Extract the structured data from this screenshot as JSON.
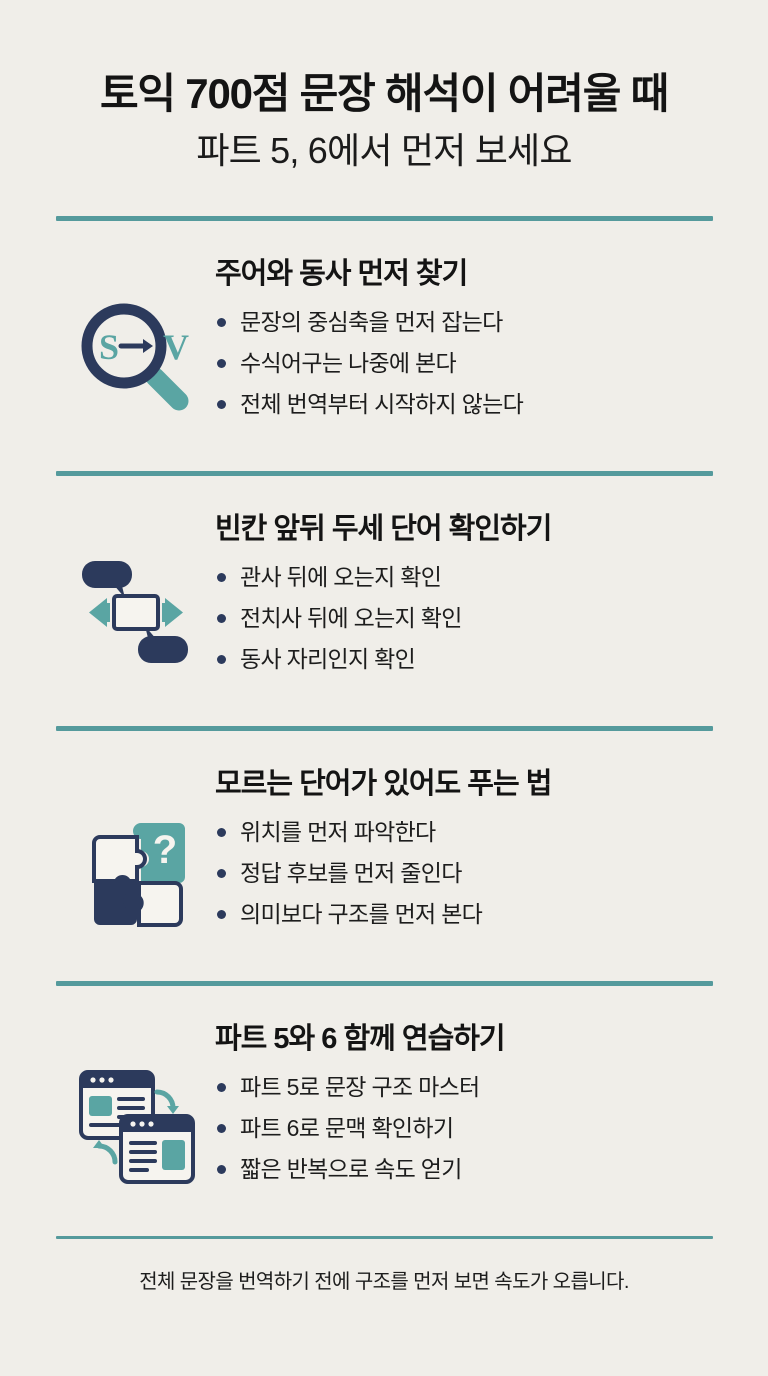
{
  "page": {
    "background_color": "#f0eee9",
    "accent_teal": "#559a9c",
    "icon_teal": "#5aa5a3",
    "icon_navy": "#2c3a5c",
    "bullet_color": "#2c3a5c",
    "text_color": "#1a1a1a"
  },
  "header": {
    "title": "토익 700점 문장 해석이 어려울 때",
    "subtitle": "파트 5, 6에서 먼저 보세요"
  },
  "sections": [
    {
      "icon": "magnifier-sv-icon",
      "title": "주어와 동사 먼저 찾기",
      "bullets": [
        "문장의 중심축을 먼저 잡는다",
        "수식어구는 나중에 본다",
        "전체 번역부터 시작하지 않는다"
      ],
      "icon_labels": {
        "subject": "S",
        "arrow": "→",
        "verb": "V"
      }
    },
    {
      "icon": "blank-box-arrows-icon",
      "title": "빈칸 앞뒤 두세 단어 확인하기",
      "bullets": [
        "관사 뒤에 오는지 확인",
        "전치사 뒤에 오는지 확인",
        "동사 자리인지 확인"
      ]
    },
    {
      "icon": "puzzle-question-icon",
      "title": "모르는 단어가 있어도 푸는 법",
      "bullets": [
        "위치를 먼저 파악한다",
        "정답 후보를 먼저 줄인다",
        "의미보다 구조를 먼저 본다"
      ],
      "icon_labels": {
        "question": "?"
      }
    },
    {
      "icon": "two-windows-sync-icon",
      "title": "파트 5와 6 함께 연습하기",
      "bullets": [
        "파트 5로 문장 구조 마스터",
        "파트 6로 문맥 확인하기",
        "짧은 반복으로 속도 얻기"
      ]
    }
  ],
  "footer": {
    "note": "전체 문장을 번역하기 전에 구조를 먼저 보면 속도가 오릅니다."
  }
}
